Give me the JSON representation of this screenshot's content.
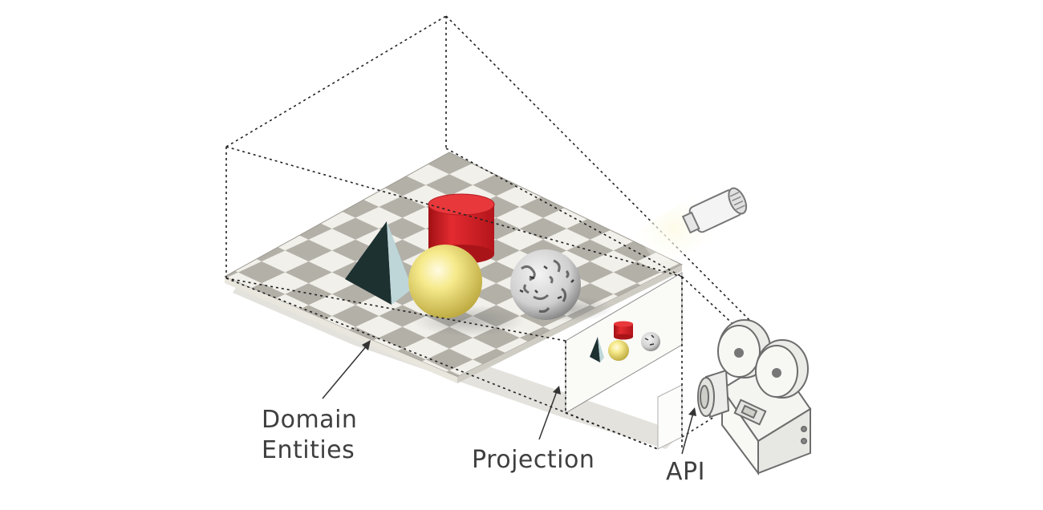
{
  "labels": {
    "domain_line1": "Domain",
    "domain_line2": "Entities",
    "projection": "Projection",
    "api": "API"
  },
  "colors": {
    "label_text": "#3f3f3f",
    "dotted_line": "#222222",
    "checker_dark": "#b3b0a8",
    "checker_light": "#f2f0ea",
    "cylinder": "#d01f25",
    "sphere_yellow": "#f1e27a",
    "pyramid": "#1e3131",
    "marble": "#d8d8d8"
  }
}
